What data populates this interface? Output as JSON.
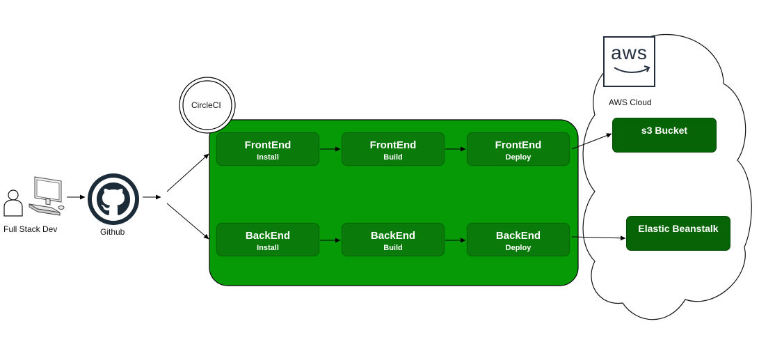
{
  "actors": {
    "developer_label": "Full Stack Dev",
    "github_label": "Github"
  },
  "ci": {
    "label": "CircleCI",
    "color": "#069a06",
    "frontend": [
      {
        "title": "FrontEnd",
        "subtitle": "Install"
      },
      {
        "title": "FrontEnd",
        "subtitle": "Build"
      },
      {
        "title": "FrontEnd",
        "subtitle": "Deploy"
      }
    ],
    "backend": [
      {
        "title": "BackEnd",
        "subtitle": "Install"
      },
      {
        "title": "BackEnd",
        "subtitle": "Build"
      },
      {
        "title": "BackEnd",
        "subtitle": "Deploy"
      }
    ]
  },
  "aws": {
    "logo_text": "aws",
    "cloud_label": "AWS Cloud",
    "s3_label": "s3 Bucket",
    "beanstalk_label": "Elastic Beanstalk"
  },
  "icons": [
    "user-icon",
    "computer-icon",
    "github-icon",
    "aws-logo-icon",
    "cloud-icon"
  ]
}
